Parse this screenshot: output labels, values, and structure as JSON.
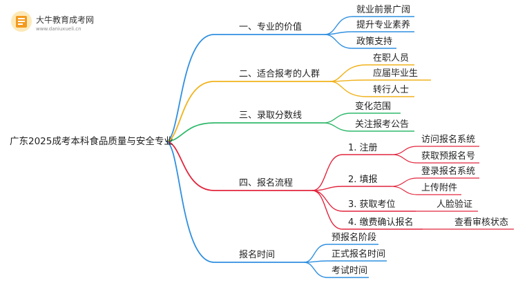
{
  "watermark": {
    "name": "大牛教育成考网",
    "url": "www.daniuxueli.cn"
  },
  "colors": {
    "blue": "#2f8fe0",
    "yellow": "#f0b21a",
    "green": "#2fb86b",
    "red": "#e2243c"
  },
  "mindmap": {
    "root": "广东2025成考本科食品质量与安全专业",
    "branches": [
      {
        "label": "一、专业的价值",
        "color": "blue",
        "children": [
          {
            "label": "就业前景广阔"
          },
          {
            "label": "提升专业素养"
          },
          {
            "label": "政策支持"
          }
        ]
      },
      {
        "label": "二、适合报考的人群",
        "color": "yellow",
        "children": [
          {
            "label": "在职人员"
          },
          {
            "label": "应届毕业生"
          },
          {
            "label": "转行人士"
          }
        ]
      },
      {
        "label": "三、录取分数线",
        "color": "green",
        "children": [
          {
            "label": "变化范围"
          },
          {
            "label": "关注报考公告"
          }
        ]
      },
      {
        "label": "四、报名流程",
        "color": "red",
        "children": [
          {
            "label": "1. 注册",
            "children": [
              {
                "label": "访问报名系统"
              },
              {
                "label": "获取预报名号"
              }
            ]
          },
          {
            "label": "2. 填报",
            "children": [
              {
                "label": "登录报名系统"
              },
              {
                "label": "上传附件"
              }
            ]
          },
          {
            "label": "3. 获取考位",
            "children": [
              {
                "label": "人脸验证"
              }
            ]
          },
          {
            "label": "4. 缴费确认报名",
            "children": [
              {
                "label": "查看审核状态"
              }
            ]
          }
        ]
      },
      {
        "label": "报名时间",
        "color": "blue",
        "children": [
          {
            "label": "预报名阶段"
          },
          {
            "label": "正式报名时间"
          },
          {
            "label": "考试时间"
          }
        ]
      }
    ]
  }
}
